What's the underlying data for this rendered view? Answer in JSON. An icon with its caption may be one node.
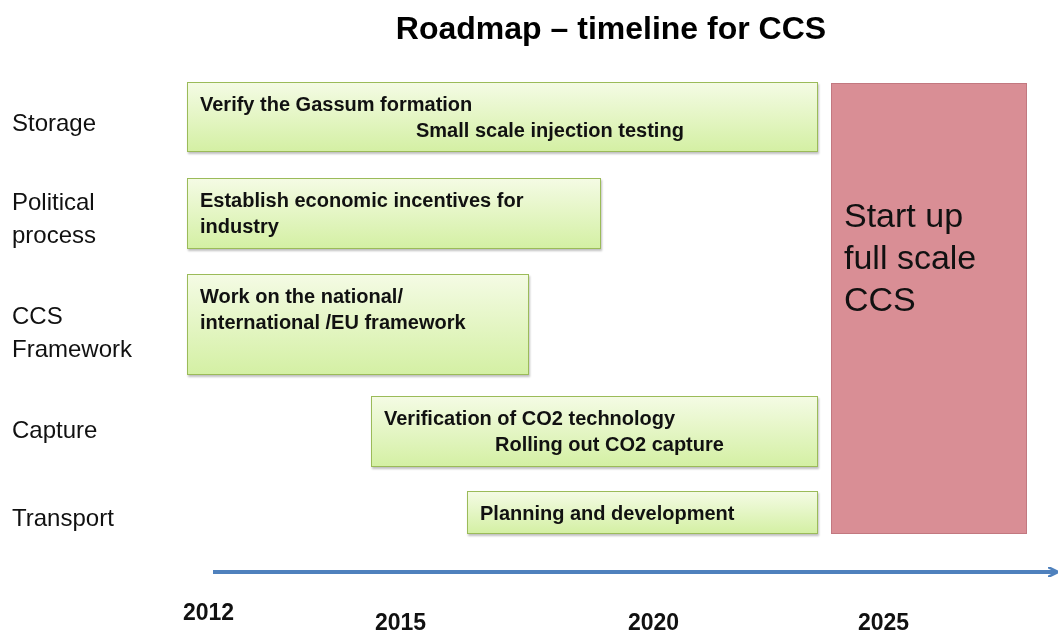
{
  "diagram": {
    "title": "Roadmap – timeline for CCS",
    "nodes": [
      {
        "text": [
          "Verify the Gassum formation",
          "Small scale injection testing"
        ]
      },
      {
        "text": [
          "Establish economic incentives for industry"
        ]
      },
      {
        "text": [
          "Work on the national/ international /EU framework"
        ]
      },
      {
        "text": [
          "Verification of CO2 technology",
          "Rolling out CO2 capture"
        ]
      },
      {
        "text": [
          "Planning and development"
        ]
      },
      {
        "text": [
          "Start up full scale CCS"
        ]
      }
    ],
    "labels": [
      "Storage",
      "Political process",
      "CCS Framework",
      "Capture",
      "Transport",
      "2012",
      "2015",
      "2020",
      "2025"
    ]
  }
}
